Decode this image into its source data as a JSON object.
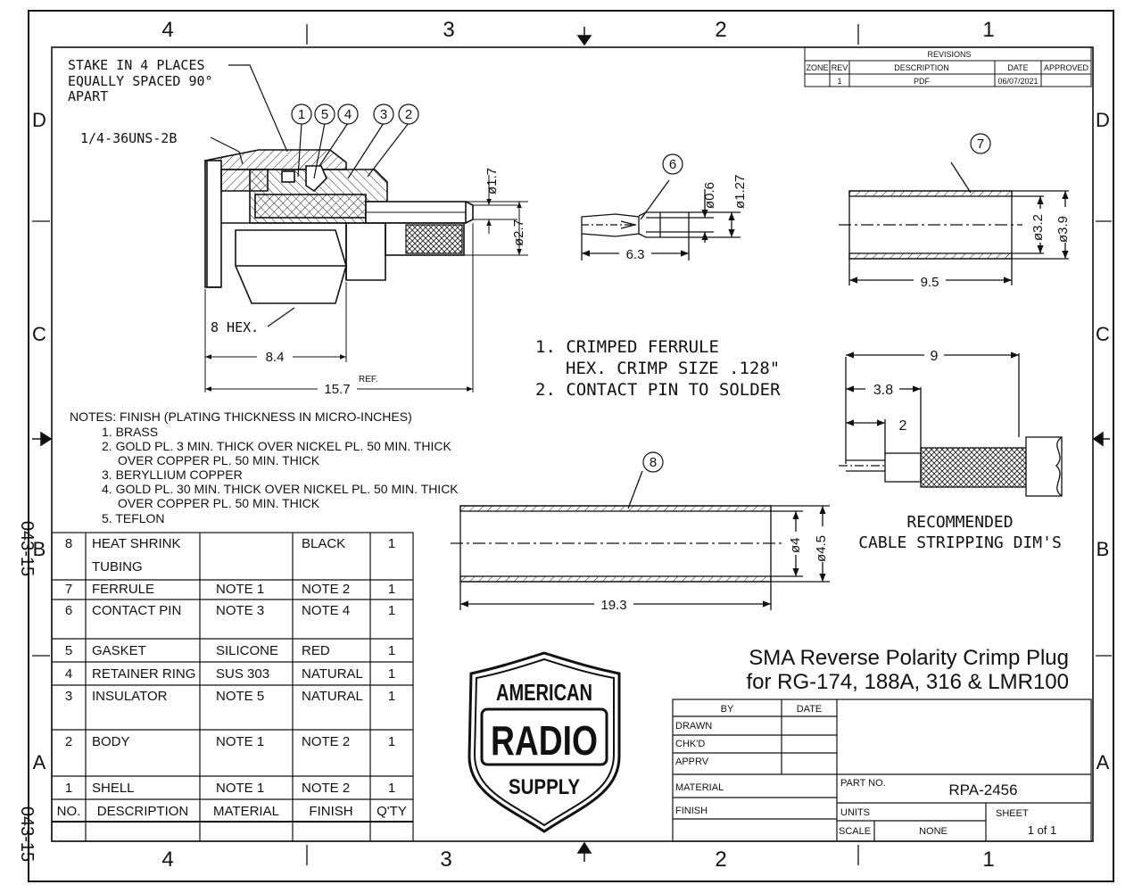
{
  "border": {
    "col_labels_top": [
      "4",
      "3",
      "2",
      "1"
    ],
    "col_labels_bottom": [
      "4",
      "3",
      "2",
      "1"
    ],
    "row_labels_left": [
      "D",
      "C",
      "B",
      "A"
    ],
    "row_labels_right": [
      "D",
      "C",
      "B",
      "A"
    ],
    "side_code_1": "043-15",
    "side_code_2": "043-15"
  },
  "revisions": {
    "title": "REVISIONS",
    "headers": [
      "ZONE",
      "REV",
      "DESCRIPTION",
      "DATE",
      "APPROVED"
    ],
    "row": {
      "zone": "",
      "rev": "1",
      "description": "PDF",
      "date": "06/07/2021",
      "approved": ""
    }
  },
  "connector": {
    "callout_stake": [
      "STAKE IN 4 PLACES",
      "EQUALLY SPACED 90°",
      "APART"
    ],
    "thread": "1/4-36UNS-2B",
    "balloons": [
      "1",
      "5",
      "4",
      "3",
      "2"
    ],
    "dim_phi_17": "ø1.7",
    "dim_phi_27": "ø2.7",
    "hex": "8 HEX.",
    "dim_84": "8.4",
    "dim_157": "15.7",
    "ref": "REF."
  },
  "pin": {
    "balloon": "6",
    "dim_phi_06": "ø0.6",
    "dim_phi_127": "ø1.27",
    "dim_63": "6.3"
  },
  "ferrule": {
    "balloon": "7",
    "dim_phi_32": "ø3.2",
    "dim_phi_39": "ø3.9",
    "dim_95": "9.5"
  },
  "notes_mid": [
    "1. CRIMPED FERRULE",
    "HEX. CRIMP SIZE .128\"",
    "2. CONTACT PIN TO SOLDER"
  ],
  "notes_finish": {
    "header": "NOTES: FINISH (PLATING THICKNESS IN MICRO-INCHES)",
    "lines": [
      "1. BRASS",
      "2. GOLD PL. 3 MIN. THICK OVER NICKEL PL. 50 MIN. THICK",
      "OVER COPPER PL. 50 MIN. THICK",
      "3. BERYLLIUM COPPER",
      "4. GOLD PL. 30 MIN. THICK OVER NICKEL PL. 50 MIN. THICK",
      "OVER COPPER PL. 50 MIN. THICK",
      "5. TEFLON"
    ]
  },
  "heatshrink": {
    "balloon": "8",
    "dim_phi_4": "ø4",
    "dim_phi_45": "ø4.5",
    "dim_193": "19.3"
  },
  "stripping": {
    "dim_9": "9",
    "dim_38": "3.8",
    "dim_2": "2",
    "caption_1": "RECOMMENDED",
    "caption_2": "CABLE STRIPPING DIM'S"
  },
  "bom": {
    "headers": [
      "NO.",
      "DESCRIPTION",
      "MATERIAL",
      "FINISH",
      "Q'TY"
    ],
    "rows": [
      {
        "no": "8",
        "desc": [
          "HEAT SHRINK",
          "TUBING"
        ],
        "material": "",
        "finish": "BLACK",
        "qty": "1"
      },
      {
        "no": "7",
        "desc": [
          "FERRULE"
        ],
        "material": "NOTE 1",
        "finish": "NOTE 2",
        "qty": "1"
      },
      {
        "no": "6",
        "desc": [
          "CONTACT PIN"
        ],
        "material": "NOTE 3",
        "finish": "NOTE 4",
        "qty": "1"
      },
      {
        "no": "5",
        "desc": [
          "GASKET"
        ],
        "material": "SILICONE",
        "finish": "RED",
        "qty": "1"
      },
      {
        "no": "4",
        "desc": [
          "RETAINER RING"
        ],
        "material": "SUS 303",
        "finish": "NATURAL",
        "qty": "1"
      },
      {
        "no": "3",
        "desc": [
          "INSULATOR"
        ],
        "material": "NOTE 5",
        "finish": "NATURAL",
        "qty": "1"
      },
      {
        "no": "2",
        "desc": [
          "BODY"
        ],
        "material": "NOTE 1",
        "finish": "NOTE 2",
        "qty": "1"
      },
      {
        "no": "1",
        "desc": [
          "SHELL"
        ],
        "material": "NOTE 1",
        "finish": "NOTE 2",
        "qty": "1"
      }
    ]
  },
  "logo": {
    "line1": "AMERICAN",
    "line2": "RADIO",
    "line3": "SUPPLY"
  },
  "title_block": {
    "title_line1": "SMA Reverse Polarity Crimp Plug",
    "title_line2": "for RG-174, 188A, 316 & LMR100",
    "by": "BY",
    "date": "DATE",
    "drawn": "DRAWN",
    "chkd": "CHK'D",
    "apprv": "APPRV",
    "material": "MATERIAL",
    "finish": "FINISH",
    "part_no_label": "PART NO.",
    "part_no": "RPA-2456",
    "units_label": "UNITS",
    "sheet_label": "SHEET",
    "scale_label": "SCALE",
    "scale_value": "NONE",
    "sheet_value": "1 of 1"
  }
}
